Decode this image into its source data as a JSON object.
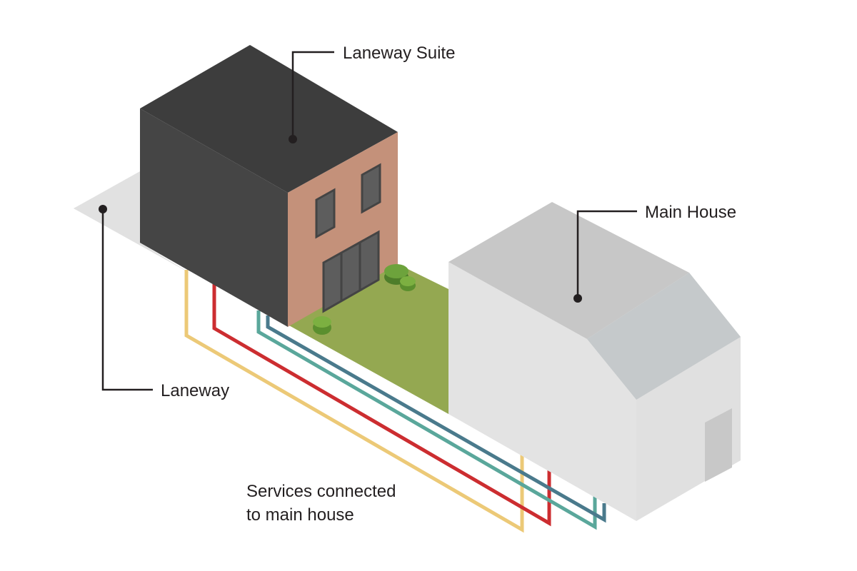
{
  "labels": {
    "laneway_suite": "Laneway Suite",
    "main_house": "Main House",
    "laneway": "Laneway",
    "services_line1": "Services connected",
    "services_line2": "to main house"
  },
  "colors": {
    "pipe_yellow": "#ecc977",
    "pipe_red": "#cc2d30",
    "pipe_teal": "#5aa79b",
    "pipe_blue": "#4a7a8c",
    "lawn": "#94a851",
    "suite_brick": "#c4917a",
    "suite_dark": "#3d3d3d",
    "house_light": "#e3e3e3",
    "laneway_ground": "#e1e1e1"
  }
}
